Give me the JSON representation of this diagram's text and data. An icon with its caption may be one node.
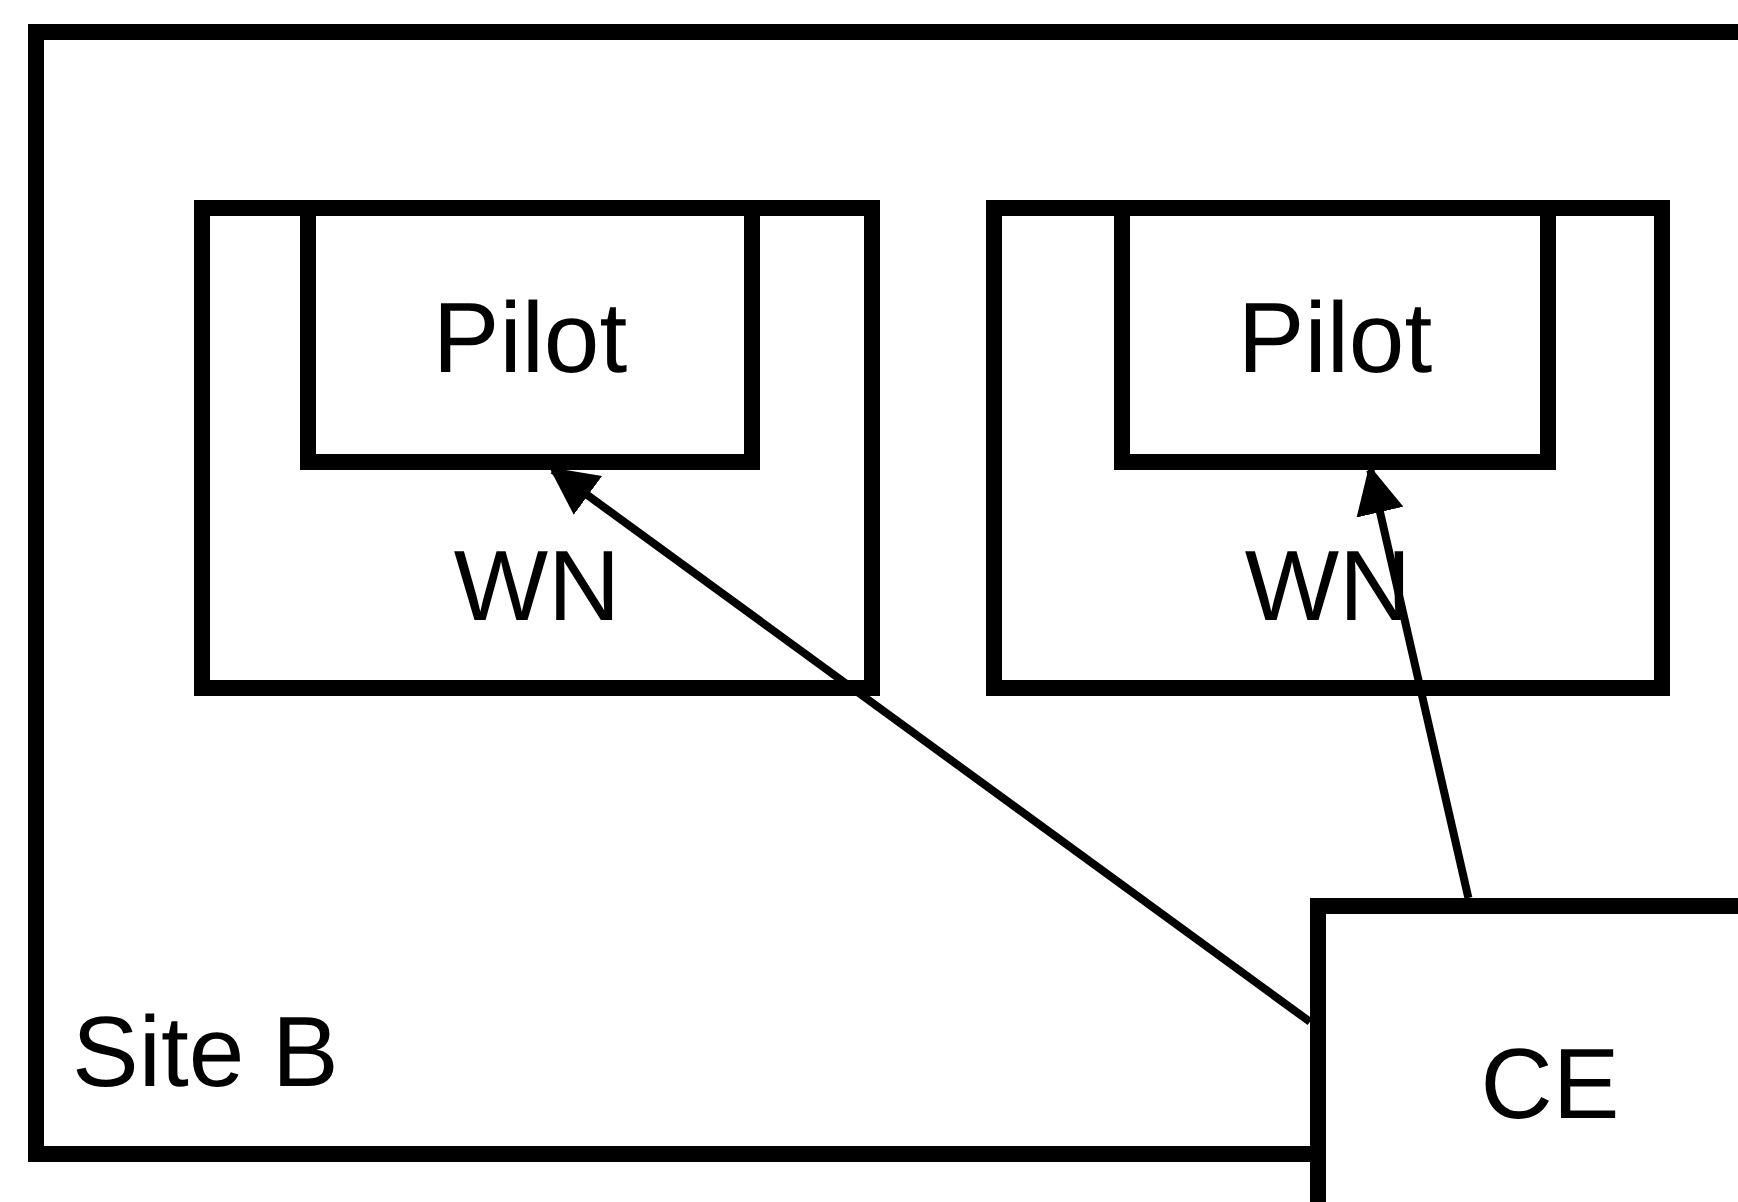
{
  "diagram": {
    "nodes": [
      {
        "text": [
          "Site B"
        ]
      },
      {
        "text": [
          "WN"
        ],
        "in": 0
      },
      {
        "text": [
          "Pilot"
        ],
        "in": 1
      },
      {
        "text": [
          "WN"
        ],
        "in": 0
      },
      {
        "text": [
          "Pilot"
        ],
        "in": 3
      },
      {
        "text": [
          "CE"
        ]
      }
    ],
    "edges": [
      {
        "from": 5,
        "to": 2,
        "arrow": "to"
      },
      {
        "from": 5,
        "to": 4,
        "arrow": "to"
      }
    ]
  }
}
